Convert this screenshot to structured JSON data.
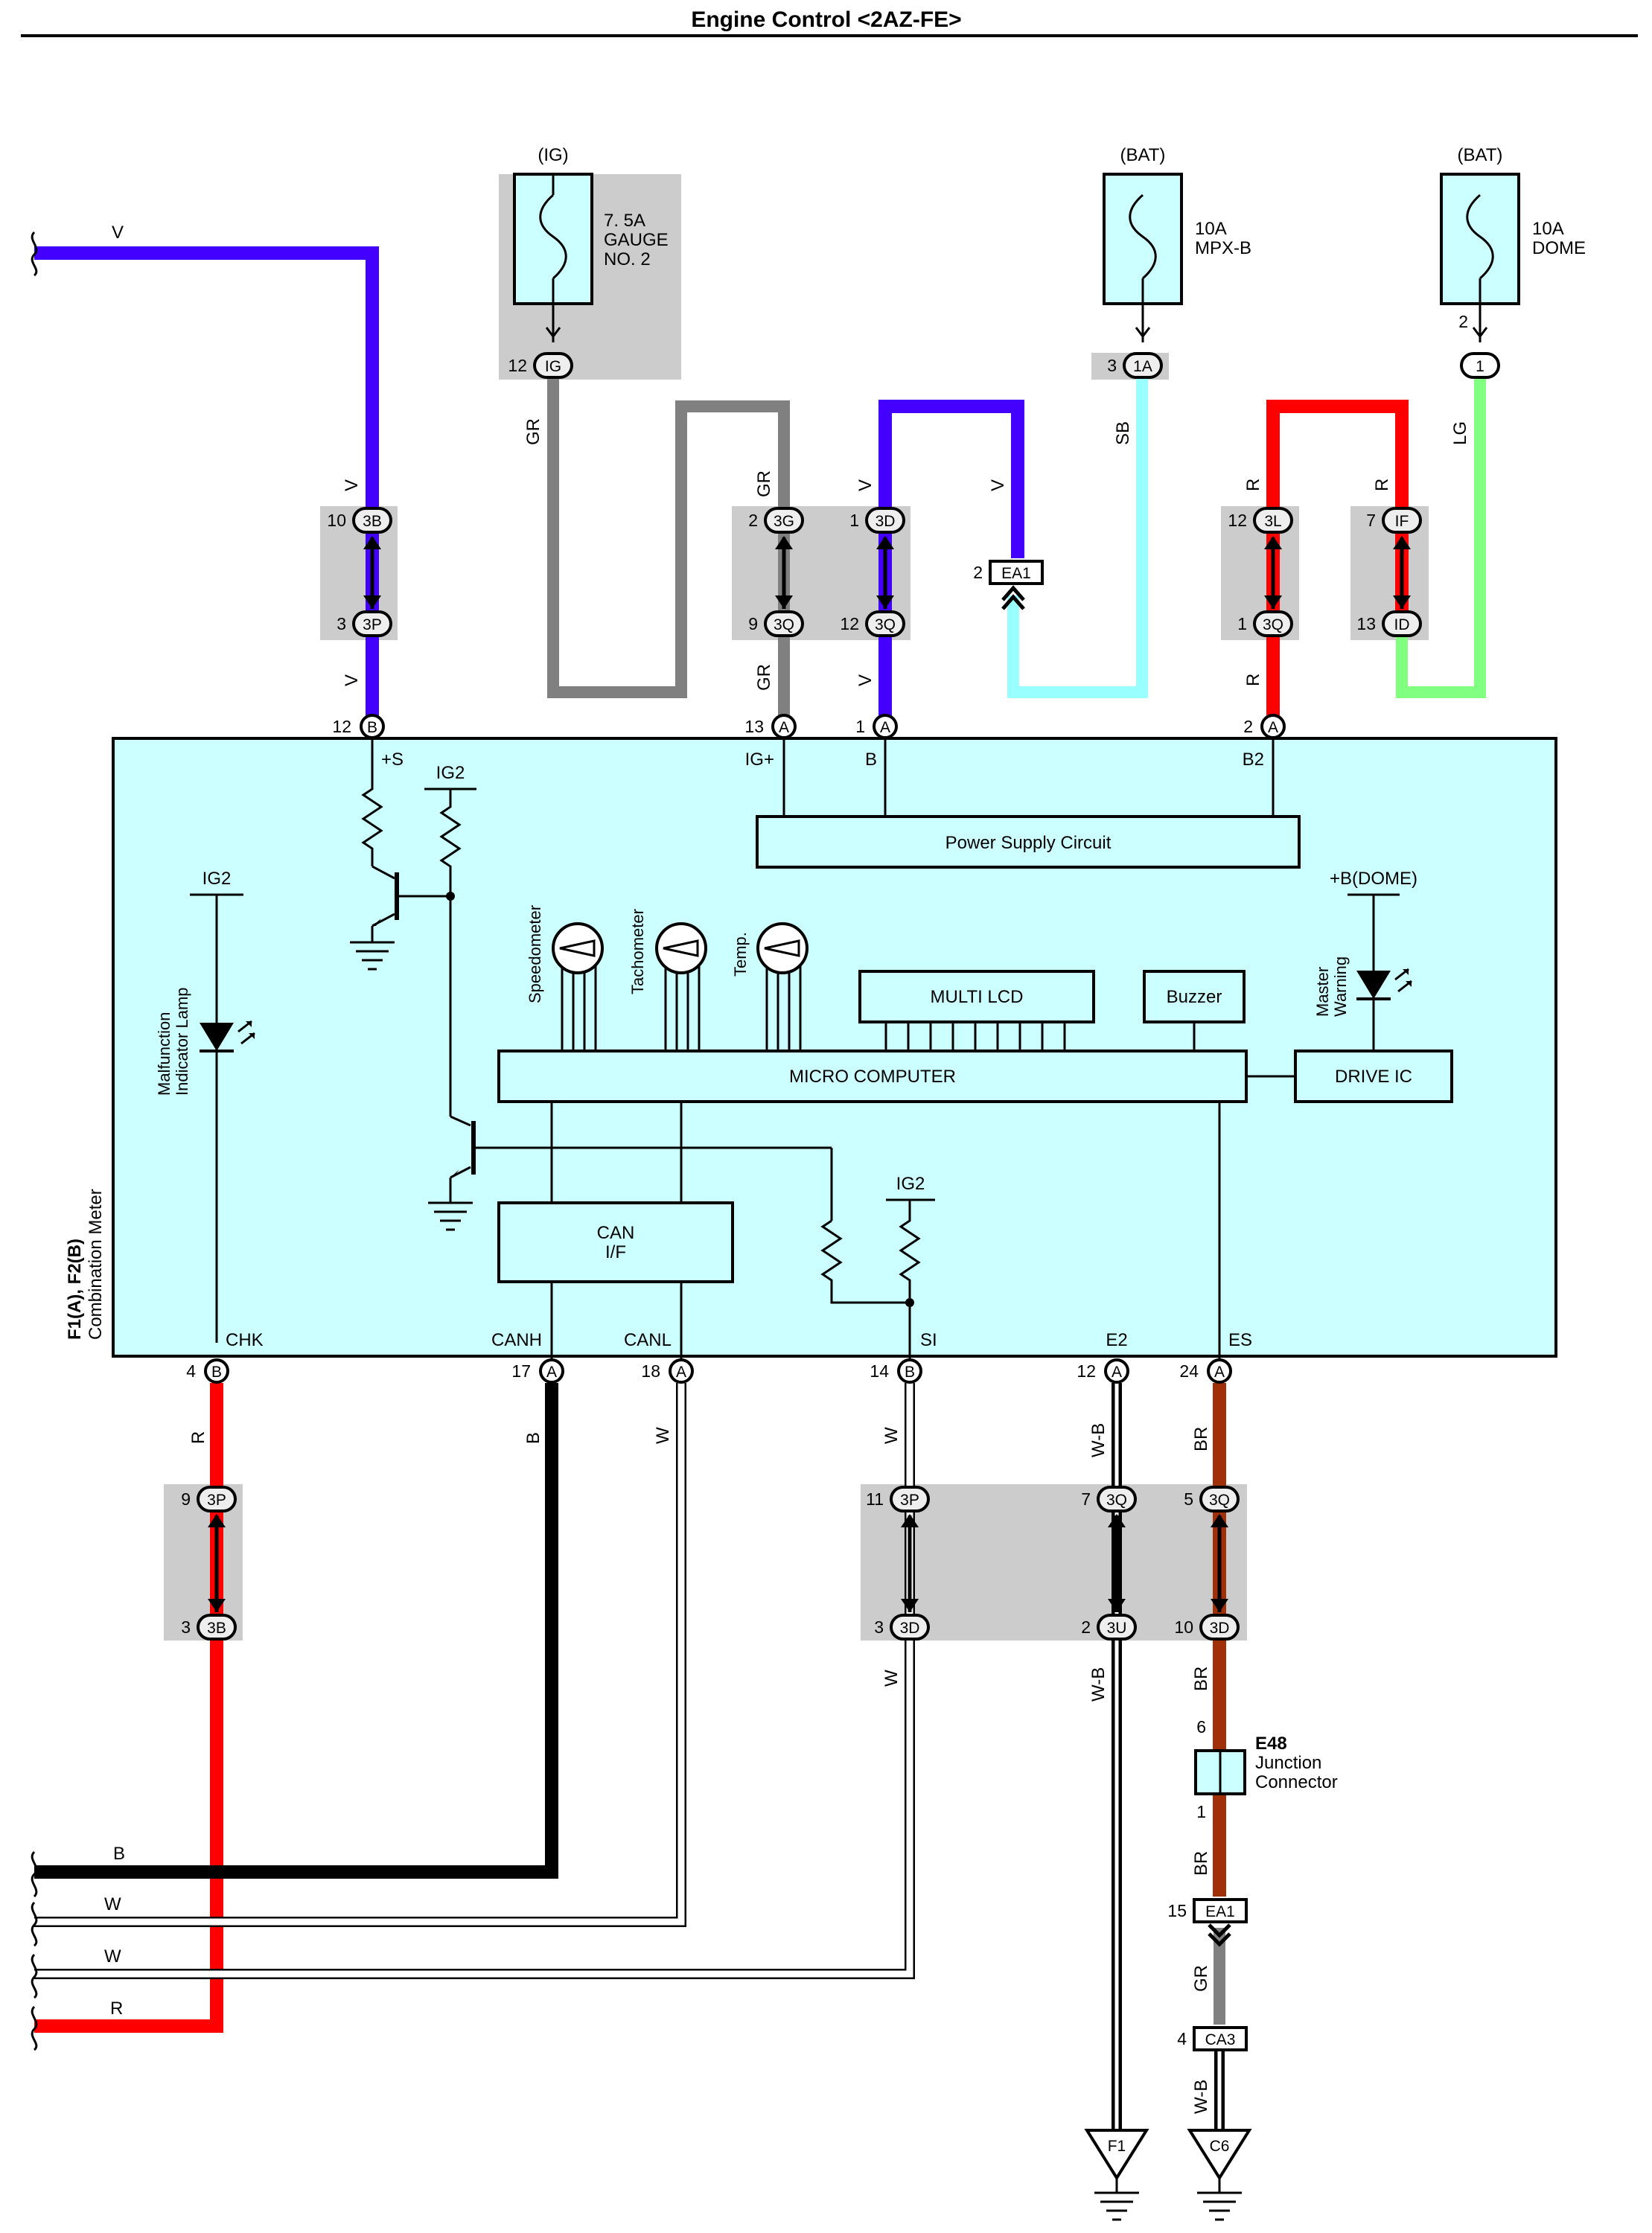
{
  "title": "Engine Control <2AZ-FE>",
  "meter": {
    "name": "F1(A), F2(B)",
    "sub": "Combination Meter"
  },
  "fuses": [
    {
      "source": "(IG)",
      "rating": "7. 5A",
      "name1": "GAUGE",
      "name2": "NO. 2",
      "pin": "12",
      "conn": "IG"
    },
    {
      "source": "(BAT)",
      "rating": "10A",
      "name1": "MPX-B",
      "name2": "",
      "pin": "3",
      "conn": "1A"
    },
    {
      "source": "(BAT)",
      "rating": "10A",
      "name1": "DOME",
      "name2": "",
      "pin": "2",
      "conn": "1"
    }
  ],
  "wires": {
    "V": "V",
    "GR": "GR",
    "SB": "SB",
    "R": "R",
    "LG": "LG",
    "B": "B",
    "W": "W",
    "WB": "W-B",
    "BR": "BR"
  },
  "colors": {
    "V": "#4400ff",
    "GR": "#808080",
    "SB": "#99ffff",
    "R": "#ff0000",
    "LG": "#80ff80",
    "B": "#000000",
    "BR": "#a0300a",
    "fill": "#ccffff",
    "junction": "#cccccc"
  },
  "junctions": {
    "j3B_top": {
      "pin": "10",
      "conn": "3B"
    },
    "j3P_top": {
      "pin": "3",
      "conn": "3P"
    },
    "j3G": {
      "pin": "2",
      "conn": "3G"
    },
    "j3Q_a": {
      "pin": "9",
      "conn": "3Q"
    },
    "j3D_top": {
      "pin": "1",
      "conn": "3D"
    },
    "j3Q_b": {
      "pin": "12",
      "conn": "3Q"
    },
    "j3L": {
      "pin": "12",
      "conn": "3L"
    },
    "j3Q_c": {
      "pin": "1",
      "conn": "3Q"
    },
    "jIF": {
      "pin": "7",
      "conn": "IF"
    },
    "jID": {
      "pin": "13",
      "conn": "ID"
    },
    "j3P_left": {
      "pin": "9",
      "conn": "3P"
    },
    "j3B_left": {
      "pin": "3",
      "conn": "3B"
    },
    "j3P_mid": {
      "pin": "11",
      "conn": "3P"
    },
    "j3Q_mid": {
      "pin": "7",
      "conn": "3Q"
    },
    "j3Q_right": {
      "pin": "5",
      "conn": "3Q"
    },
    "j3D_mid": {
      "pin": "3",
      "conn": "3D"
    },
    "j3U": {
      "pin": "2",
      "conn": "3U"
    },
    "j3D_right": {
      "pin": "10",
      "conn": "3D"
    }
  },
  "ea1_top": {
    "pin": "2",
    "conn": "EA1"
  },
  "ea1_bottom": {
    "pin": "15",
    "conn": "EA1"
  },
  "ca3": {
    "pin": "4",
    "conn": "CA3"
  },
  "ecu_pins_top": [
    {
      "num": "12",
      "side": "B",
      "name": "+S"
    },
    {
      "num": "13",
      "side": "A",
      "name": "IG+"
    },
    {
      "num": "1",
      "side": "A",
      "name": "B"
    },
    {
      "num": "2",
      "side": "A",
      "name": "B2"
    }
  ],
  "ecu_pins_bottom": [
    {
      "num": "4",
      "side": "B",
      "name": "CHK"
    },
    {
      "num": "17",
      "side": "A",
      "name": "CANH"
    },
    {
      "num": "18",
      "side": "A",
      "name": "CANL"
    },
    {
      "num": "14",
      "side": "B",
      "name": "SI"
    },
    {
      "num": "12",
      "side": "A",
      "name": "E2"
    },
    {
      "num": "24",
      "side": "A",
      "name": "ES"
    }
  ],
  "internal": {
    "power_supply": "Power Supply Circuit",
    "multi_lcd": "MULTI LCD",
    "buzzer": "Buzzer",
    "micro": "MICRO COMPUTER",
    "drive_ic": "DRIVE IC",
    "can1": "CAN",
    "can2": "I/F",
    "ig2": "IG2",
    "bdome": "+B(DOME)",
    "speedometer": "Speedometer",
    "tachometer": "Tachometer",
    "temp": "Temp.",
    "mil1": "Malfunction",
    "mil2": "Indicator Lamp",
    "mw1": "Master",
    "mw2": "Warning"
  },
  "e48": {
    "code": "E48",
    "name1": "Junction",
    "name2": "Connector",
    "pin_top": "6",
    "pin_bottom": "1"
  },
  "grounds": [
    "F1",
    "C6"
  ]
}
